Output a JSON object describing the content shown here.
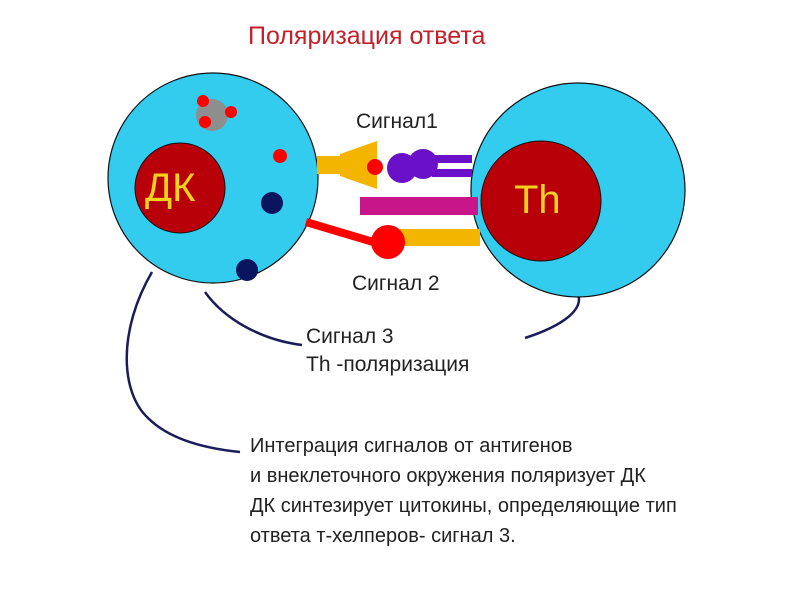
{
  "title": "Поляризация ответа",
  "cells": {
    "dc_label": "ДК",
    "th_label": "Th"
  },
  "signals": {
    "signal1": "Сигнал1",
    "signal2": "Сигнал 2",
    "signal3_line1": "Сигнал 3",
    "signal3_line2": "Th -поляризация"
  },
  "description": {
    "line1": "Интеграция сигналов от антигенов",
    "line2": "и внеклеточного окружения  поляризует ДК",
    "line3": "ДК синтезирует цитокины, определяющие тип",
    "line4": "ответа т-хелперов- сигнал 3."
  },
  "colors": {
    "cell_fill": "#33ccee",
    "nucleus": "#b80008",
    "label_yellow": "#f5d21c",
    "title_red": "#c3202a",
    "mhc_yellow": "#f3b500",
    "tcr_purple": "#6a10c8",
    "magenta": "#c8168a",
    "navy": "#0a1560",
    "red": "#ff0000"
  }
}
